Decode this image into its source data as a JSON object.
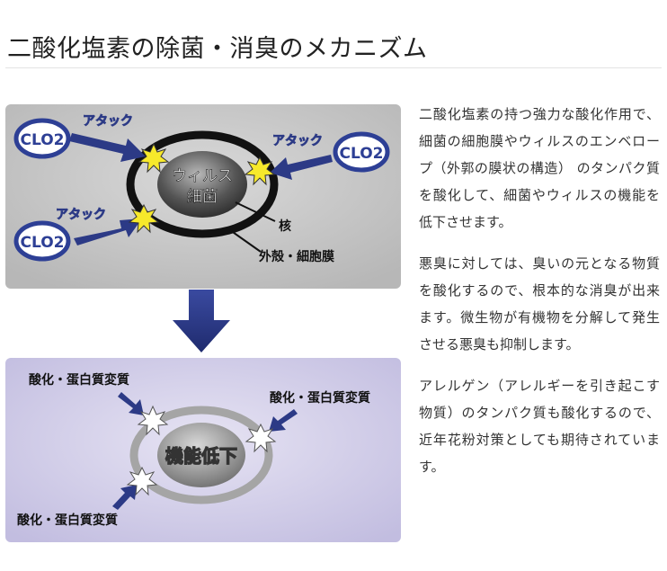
{
  "title": "二酸化塩素の除菌・消臭のメカニズム",
  "diagram_top": {
    "clo2_label": "CLO2",
    "attack_label": "アタック",
    "virus_label_line1": "ウィルス",
    "virus_label_line2": "細菌",
    "nucleus_label": "核",
    "shell_label": "外殻・細胞膜"
  },
  "diagram_bottom": {
    "oxidation_label": "酸化・蛋白質変質",
    "result_label": "機能低下"
  },
  "paragraphs": [
    "二酸化塩素の持つ強力な酸化作用で、細菌の細胞膜やウィルスのエンベロープ（外郭の膜状の構造） のタンパク質を酸化して、細菌やウィルスの機能を低下させます。",
    "悪臭に対しては、臭いの元となる物質を酸化するので、根本的な消臭が出来ます。微生物が有機物を分解して発生させる悪臭も抑制します。",
    "アレルゲン（アレルギーを引き起こす物質）のタンパク質も酸化するので、近年花粉対策としても期待されています。"
  ],
  "colors": {
    "top_panel": "#c4c4c4",
    "bottom_panel": "#cfcbe8",
    "arrow_navy": "#2c3a86",
    "clo2_blue": "#2d3f95",
    "burst_yellow": "#f7e92b",
    "ring_gray": "#9a9a9a"
  }
}
